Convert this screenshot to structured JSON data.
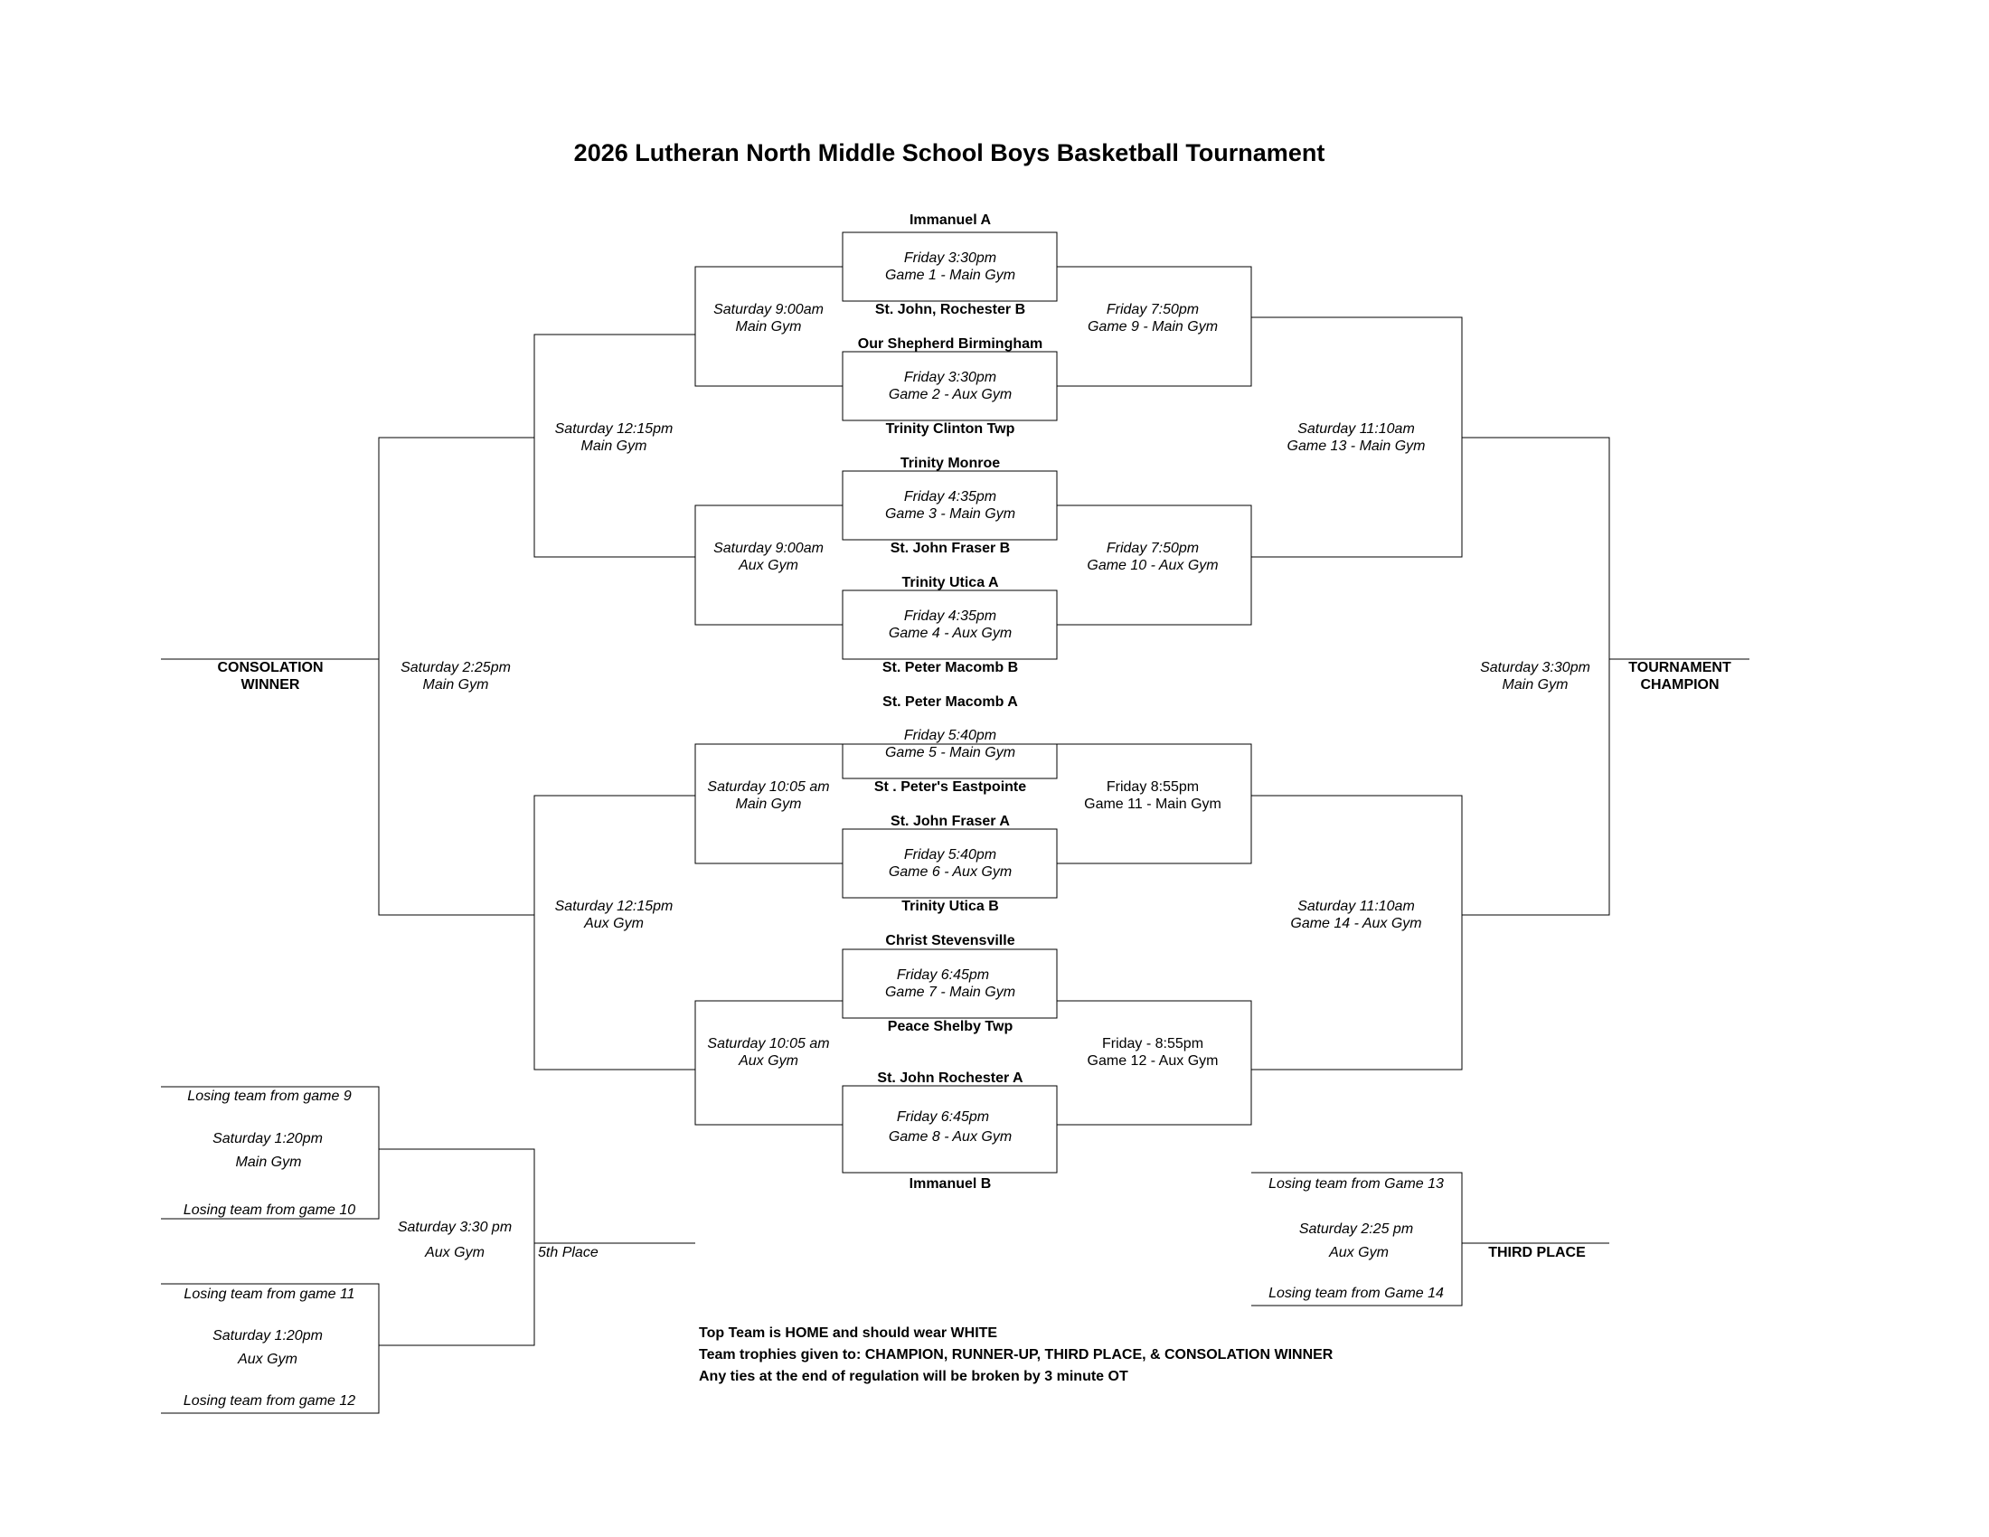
{
  "title": "2026 Lutheran North Middle School Boys Basketball Tournament",
  "teams": [
    "Immanuel A",
    "St. John, Rochester B",
    "Our Shepherd Birmingham",
    "Trinity Clinton Twp",
    "Trinity Monroe",
    "St. John Fraser B",
    "Trinity Utica A",
    "St. Peter Macomb B",
    "St. Peter Macomb A",
    "St . Peter's Eastpointe",
    "St. John Fraser A",
    "Trinity Utica B",
    "Christ Stevensville",
    "Peace Shelby Twp",
    "St. John Rochester A",
    "Immanuel B"
  ],
  "first_round": [
    {
      "time": "Friday 3:30pm",
      "game": "Game 1 - Main Gym"
    },
    {
      "time": "Friday 3:30pm",
      "game": "Game 2 - Aux Gym"
    },
    {
      "time": "Friday 4:35pm",
      "game": "Game 3 - Main Gym"
    },
    {
      "time": "Friday 4:35pm",
      "game": "Game 4 - Aux Gym"
    },
    {
      "time": "Friday 5:40pm",
      "game": "Game 5 - Main Gym"
    },
    {
      "time": "Friday 5:40pm",
      "game": "Game 6 - Aux Gym"
    },
    {
      "time": "Friday 6:45pm",
      "game": "Game 7 - Main Gym"
    },
    {
      "time": "Friday 6:45pm",
      "game": "Game 8 - Aux Gym"
    }
  ],
  "championship_side": {
    "quarterfinals": [
      {
        "time": "Friday 7:50pm",
        "game": "Game 9 - Main Gym"
      },
      {
        "time": "Friday 7:50pm",
        "game": "Game 10 - Aux Gym"
      },
      {
        "time": "Friday 8:55pm",
        "game": "Game 11 - Main Gym"
      },
      {
        "time": "Friday - 8:55pm",
        "game": "Game 12 - Aux Gym"
      }
    ],
    "semifinals": [
      {
        "time": "Saturday 11:10am",
        "game": "Game 13 - Main Gym"
      },
      {
        "time": "Saturday 11:10am",
        "game": "Game 14 - Aux Gym"
      }
    ],
    "final": {
      "time": "Saturday 3:30pm",
      "gym": "Main Gym"
    },
    "champion_label": [
      "TOURNAMENT",
      "CHAMPION"
    ]
  },
  "consolation_side": {
    "round1": [
      {
        "time": "Saturday 9:00am",
        "gym": "Main Gym"
      },
      {
        "time": "Saturday 9:00am",
        "gym": "Aux Gym"
      },
      {
        "time": "Saturday 10:05 am",
        "gym": "Main Gym"
      },
      {
        "time": "Saturday 10:05 am",
        "gym": "Aux Gym"
      }
    ],
    "semifinals": [
      {
        "time": "Saturday 12:15pm",
        "gym": "Main Gym"
      },
      {
        "time": "Saturday 12:15pm",
        "gym": "Aux Gym"
      }
    ],
    "final": {
      "time": "Saturday 2:25pm",
      "gym": "Main Gym"
    },
    "winner_label": [
      "CONSOLATION",
      "WINNER"
    ]
  },
  "fifth_place": {
    "games": [
      {
        "top": "Losing team from game 9",
        "time": "Saturday 1:20pm",
        "gym": "Main Gym",
        "bottom": "Losing team from game 10"
      },
      {
        "top": "Losing team from game 11",
        "time": "Saturday 1:20pm",
        "gym": "Aux Gym",
        "bottom": "Losing team from game 12"
      }
    ],
    "final": {
      "time": "Saturday 3:30 pm",
      "gym": "Aux Gym"
    },
    "label": "5th Place"
  },
  "third_place": {
    "top": "Losing team from Game 13",
    "time": "Saturday 2:25 pm",
    "gym": "Aux Gym",
    "bottom": "Losing team from Game 14",
    "label": "THIRD PLACE"
  },
  "notes": [
    "Top Team is HOME and should wear WHITE",
    "Team trophies given to: CHAMPION, RUNNER-UP, THIRD PLACE, & CONSOLATION WINNER",
    "Any ties at the end of regulation will be broken by 3 minute OT"
  ]
}
